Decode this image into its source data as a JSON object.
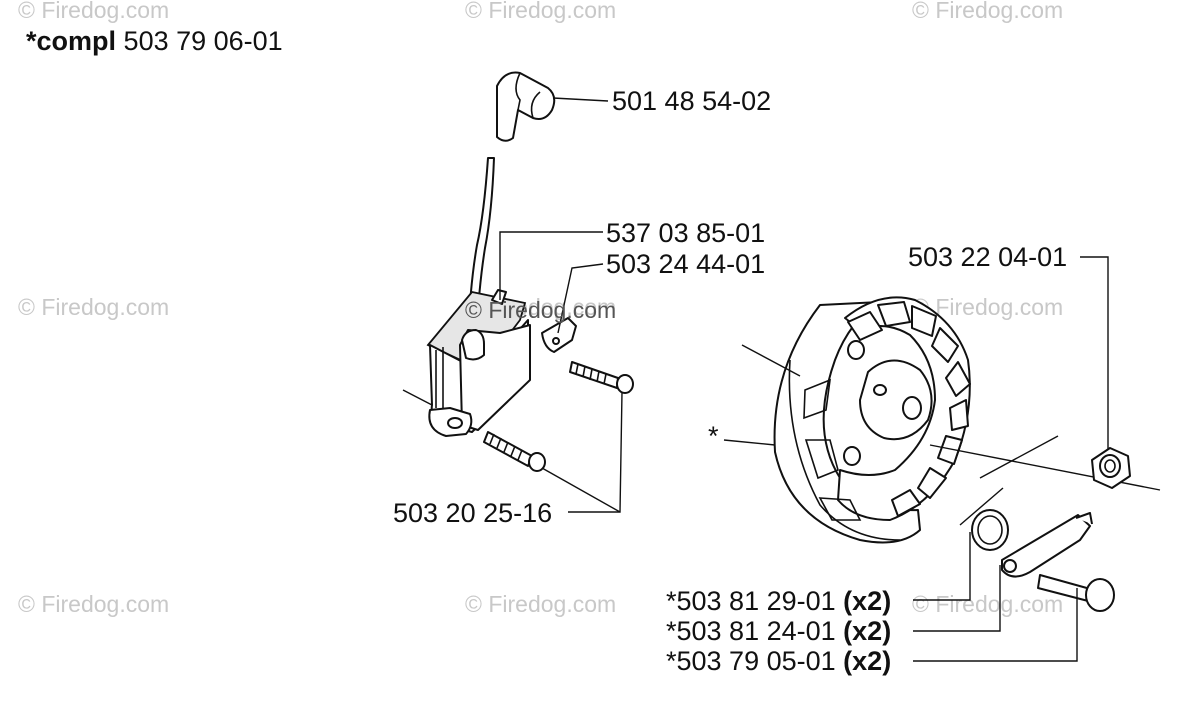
{
  "watermarks": [
    "© Firedog.com",
    "© Firedog.com",
    "© Firedog.com",
    "© Firedog.com",
    "© Firedog.com",
    "© Firedog.com",
    "© Firedog.com",
    "© Firedog.com",
    "© Firedog.com",
    "© Firedog.com"
  ],
  "kit": {
    "prefix": "*compl",
    "number": "503 79 06-01"
  },
  "parts": {
    "spark_cap": "501 48 54-02",
    "ignition_module": "537 03 85-01",
    "terminal": "503 24 44-01",
    "flywheel_nut": "503 22 04-01",
    "screws": "503 20 25-16",
    "flywheel_marker": "*",
    "spring": {
      "number": "*503 81 29-01",
      "qty": "(x2)"
    },
    "pawl": {
      "number": "*503 81 24-01",
      "qty": "(x2)"
    },
    "pin": {
      "number": "*503 79 05-01",
      "qty": "(x2)"
    }
  }
}
